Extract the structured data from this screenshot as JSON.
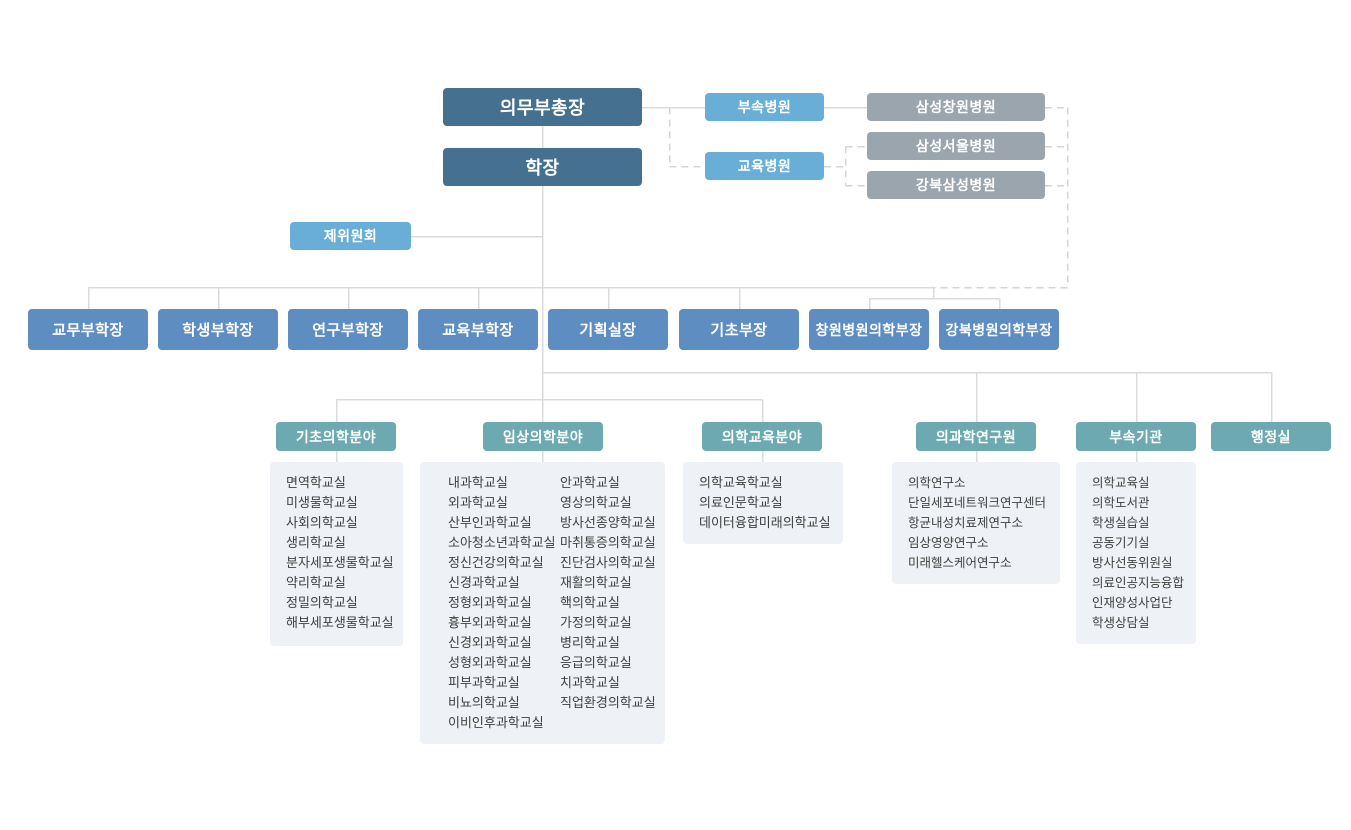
{
  "diagram_type": "organization-chart",
  "nodes": {
    "vice_president": "의무부총장",
    "dean": "학장",
    "committee": "제위원회",
    "affiliated_hospital": "부속병원",
    "education_hospital": "교육병원",
    "hospitals": [
      "삼성창원병원",
      "삼성서울병원",
      "강북삼성병원"
    ],
    "deputy_row": [
      "교무부학장",
      "학생부학장",
      "연구부학장",
      "교육부학장",
      "기획실장",
      "기초부장",
      "창원병원의학부장",
      "강북병원의학부장"
    ],
    "divisions": [
      {
        "label": "기초의학분야",
        "items": [
          "면역학교실",
          "미생물학교실",
          "사회의학교실",
          "생리학교실",
          "분자세포생물학교실",
          "약리학교실",
          "정밀의학교실",
          "해부세포생물학교실"
        ]
      },
      {
        "label": "임상의학분야",
        "columns": [
          [
            "내과학교실",
            "외과학교실",
            "산부인과학교실",
            "소아청소년과학교실",
            "정신건강의학교실",
            "신경과학교실",
            "정형외과학교실",
            "흉부외과학교실",
            "신경외과학교실",
            "성형외과학교실",
            "피부과학교실",
            "비뇨의학교실",
            "이비인후과학교실"
          ],
          [
            "안과학교실",
            "영상의학교실",
            "방사선종양학교실",
            "마취통증의학교실",
            "진단검사의학교실",
            "재활의학교실",
            "핵의학교실",
            "가정의학교실",
            "병리학교실",
            "응급의학교실",
            "치과학교실",
            "직업환경의학교실"
          ]
        ]
      },
      {
        "label": "의학교육분야",
        "items": [
          "의학교육학교실",
          "의료인문학교실",
          "데이터융합미래의학교실"
        ]
      },
      {
        "label": "의과학연구원",
        "items": [
          "의학연구소",
          "단일세포네트워크연구센터",
          "항균내성치료제연구소",
          "임상영양연구소",
          "미래헬스케어연구소"
        ]
      },
      {
        "label": "부속기관",
        "items": [
          "의학교육실",
          "의학도서관",
          "학생실습실",
          "공동기기실",
          "방사선동위원실",
          "의료인공지능융합 인재양성사업단",
          "학생상담실"
        ]
      },
      {
        "label": "행정실",
        "items": []
      }
    ]
  },
  "colors": {
    "dark_blue": "#46708F",
    "light_blue": "#69AED6",
    "gray": "#9BA5AE",
    "row_blue": "#5E8EC1",
    "teal": "#6CA9B1",
    "panel_bg": "#EEF1F5",
    "panel_text": "#404040",
    "line": "#DBDBDB",
    "line_dashed": "#D4D4D4",
    "background": "#FFFFFF",
    "text_white": "#FFFFFF"
  }
}
